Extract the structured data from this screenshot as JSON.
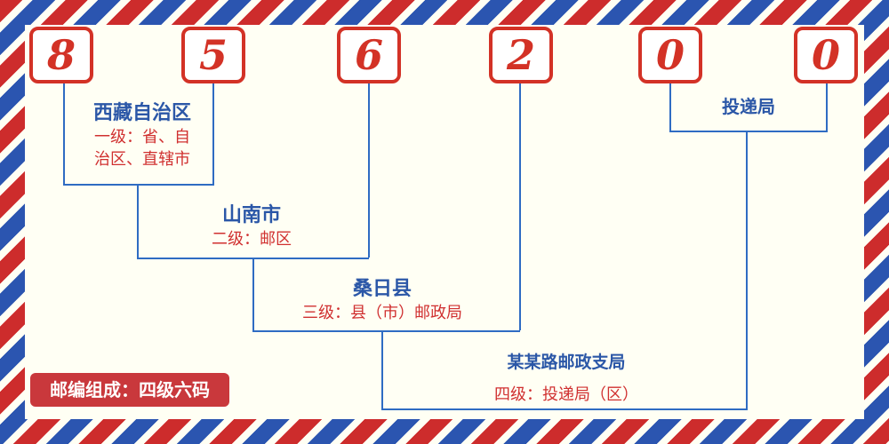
{
  "postal_code": {
    "digits": [
      "8",
      "5",
      "6",
      "2",
      "0",
      "0"
    ]
  },
  "labels": {
    "level1": {
      "name": "西藏自治区",
      "desc_line1": "一级：省、自",
      "desc_line2": "治区、直辖市"
    },
    "level2": {
      "name": "山南市",
      "desc": "二级：邮区"
    },
    "level3": {
      "name": "桑日县",
      "desc": "三级：县（市）邮政局"
    },
    "level4": {
      "name": "某某路邮政支局",
      "desc": "四级：投递局（区）"
    },
    "delivery": {
      "name": "投递局"
    }
  },
  "footer": {
    "badge": "邮编组成：四级六码"
  },
  "colors": {
    "digit_red": "#d33226",
    "text_red": "#d03030",
    "text_blue": "#2b57a7",
    "line_blue": "#2f6cc3",
    "stripe_red": "#cd2c2c",
    "stripe_blue": "#2b55b0",
    "background": "#fffff4",
    "badge_red": "#c9383c"
  }
}
